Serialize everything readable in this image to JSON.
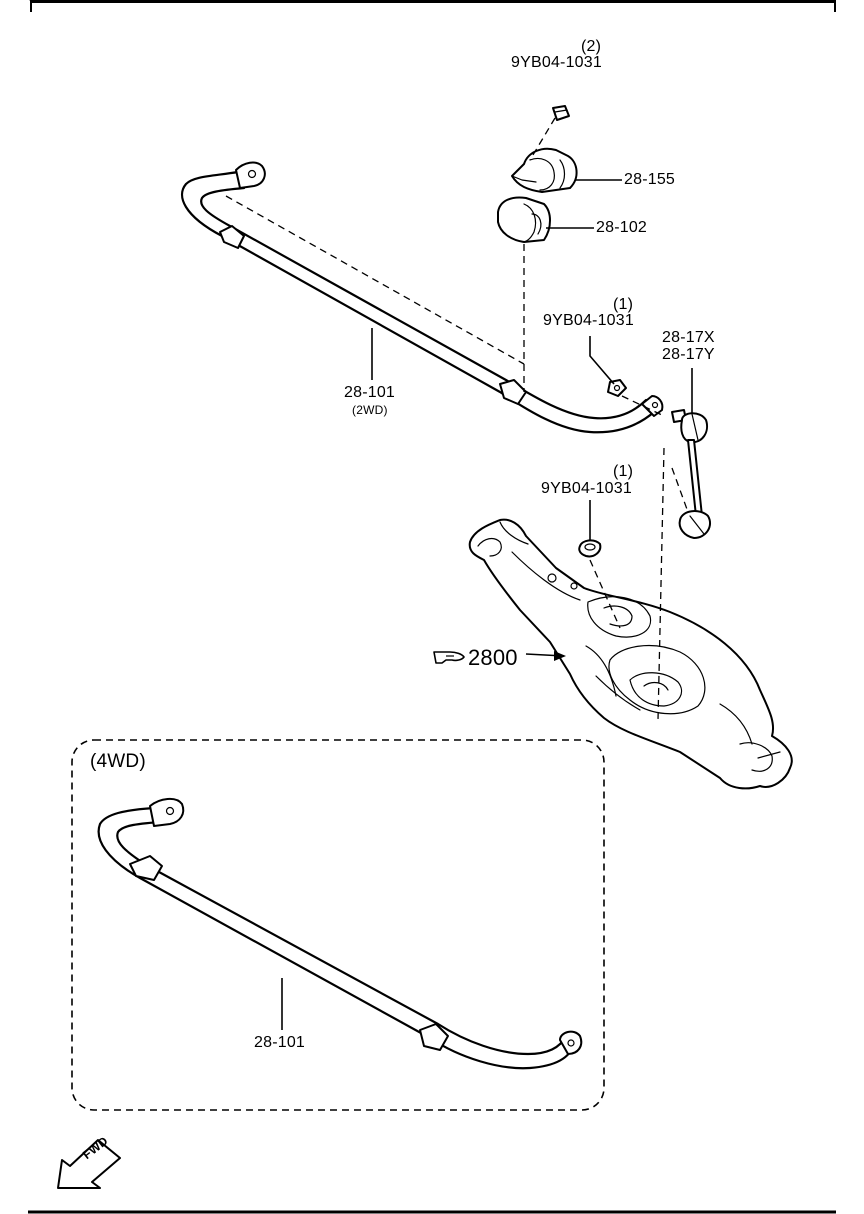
{
  "callouts": {
    "c1": {
      "qty": "(2)",
      "part": "9YB04-1031"
    },
    "c2": {
      "part": "28-155"
    },
    "c3": {
      "part": "28-102"
    },
    "c4": {
      "qty": "(1)",
      "part": "9YB04-1031"
    },
    "c5": {
      "part_x": "28-17X",
      "part_y": "28-17Y"
    },
    "c6": {
      "part": "28-101",
      "note": "(2WD)"
    },
    "c7": {
      "qty": "(1)",
      "part": "9YB04-1031"
    },
    "c8": {
      "part": "2800"
    },
    "c9": {
      "part": "28-101"
    }
  },
  "inset": {
    "title": "(4WD)"
  },
  "fwd_arrow": {
    "text": "FWD"
  }
}
